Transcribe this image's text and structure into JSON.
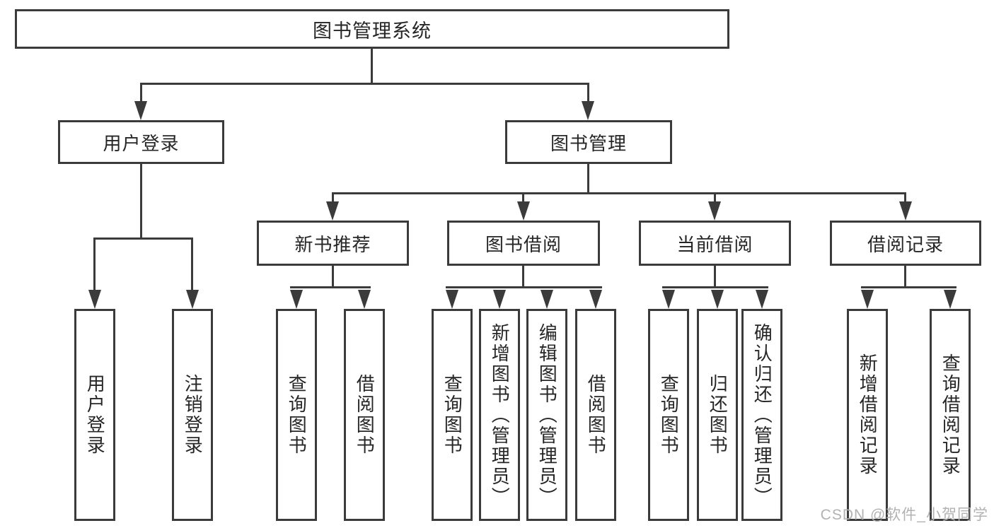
{
  "title": "图书管理系统",
  "level1": {
    "user_login": "用户登录",
    "book_management": "图书管理"
  },
  "level2": {
    "new_books": "新书推荐",
    "book_borrowing": "图书借阅",
    "current_borrowing": "当前借阅",
    "borrowing_records": "借阅记录"
  },
  "leaves": {
    "user_login": [
      "用户登录",
      "注销登录"
    ],
    "new_books": [
      "查询图书",
      "借阅图书"
    ],
    "book_borrowing": [
      "查询图书",
      "新增图书（管理员）",
      "编辑图书（管理员）",
      "借阅图书"
    ],
    "current_borrowing": [
      "查询图书",
      "归还图书",
      "确认归还（管理员）"
    ],
    "borrowing_records": [
      "新增借阅记录",
      "查询借阅记录"
    ]
  },
  "watermark": "CSDN @软件_小贺同学",
  "colors": {
    "line": "#3b3b3b",
    "text": "#262626",
    "watermark": "#b2b2b2",
    "background": "#ffffff"
  }
}
